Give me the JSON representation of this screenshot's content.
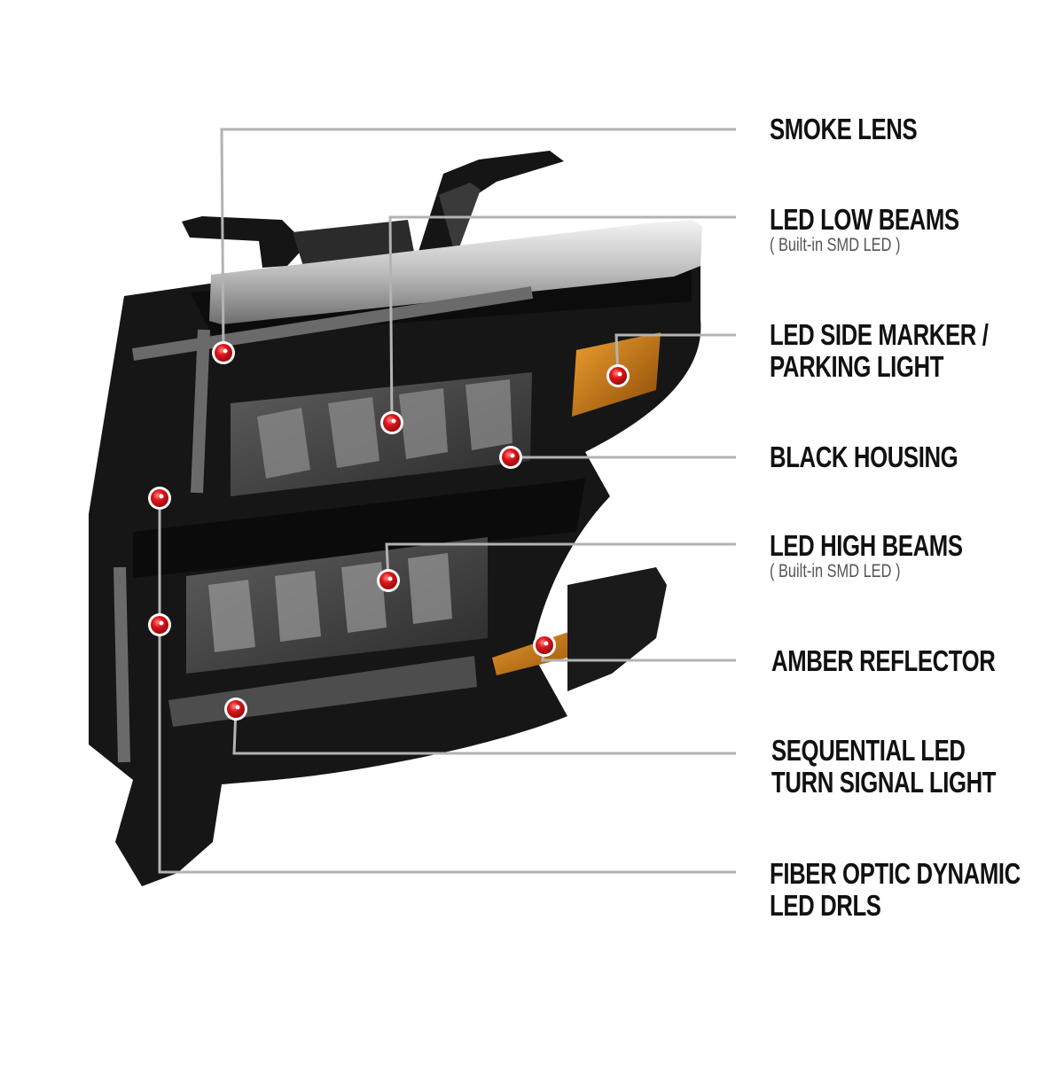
{
  "colors": {
    "leader": "#b0b0b0",
    "leader_accent": "#a31d1d",
    "dot": "#e0161b",
    "amber": "#d77a14",
    "housing": "#141414",
    "smoke": "#5a5a5a",
    "chrome": "#c8c8c8",
    "label_text": "#111111"
  },
  "callouts": [
    {
      "id": "smoke-lens",
      "lines": [
        "SMOKE LENS"
      ],
      "sub": ""
    },
    {
      "id": "led-low-beams",
      "lines": [
        "LED LOW BEAMS"
      ],
      "sub": "( Built-in SMD LED )"
    },
    {
      "id": "led-side-marker",
      "lines": [
        "LED SIDE MARKER /",
        "PARKING LIGHT"
      ],
      "sub": ""
    },
    {
      "id": "black-housing",
      "lines": [
        "BLACK HOUSING"
      ],
      "sub": ""
    },
    {
      "id": "led-high-beams",
      "lines": [
        "LED HIGH BEAMS"
      ],
      "sub": "( Built-in SMD LED )"
    },
    {
      "id": "amber-reflector",
      "lines": [
        "AMBER REFLECTOR"
      ],
      "sub": ""
    },
    {
      "id": "sequential-led",
      "lines": [
        "SEQUENTIAL LED",
        "TURN SIGNAL LIGHT"
      ],
      "sub": ""
    },
    {
      "id": "fiber-optic-drl",
      "lines": [
        "FIBER OPTIC DYNAMIC",
        "LED DRLS"
      ],
      "sub": ""
    }
  ]
}
